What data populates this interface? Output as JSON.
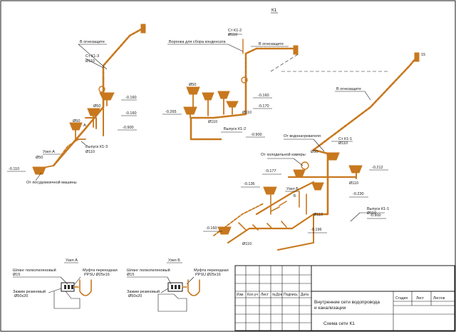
{
  "title": "К1",
  "riser_k13": {
    "name": "Ст К1-3",
    "dia": "Ø110",
    "sleeve": "В огнезащите"
  },
  "riser_k12": {
    "name": "Ст К1-2",
    "dia": "Ø110",
    "funnel": "Воронка для сбора конденсата",
    "sleeve": "В огнезащите"
  },
  "riser_k11": {
    "name": "Ст К1-1",
    "dia": "Ø110",
    "sleeve": "В огнезащите",
    "floor_mark": "15"
  },
  "left_group": {
    "marks": [
      "-0.160",
      "-0.160",
      "-0.900",
      "-0.110"
    ],
    "d50a": "Ø50",
    "d50b": "Ø50",
    "d50c": "Ø50",
    "outlet": "Выпуск К1-3",
    "outlet_dia": "Ø110",
    "node": "Узел А",
    "pos_a": "А",
    "dishwasher": "От посудомоечной машины"
  },
  "middle_group": {
    "marks": [
      "-0.160",
      "-0.170",
      "-0.265",
      "-0.900"
    ],
    "d50": "Ø50",
    "d110a": "Ø110",
    "d110b": "Ø110",
    "outlet": "Выпуск К1-2"
  },
  "right_group": {
    "water_heater": "От водонагревателя",
    "cold_room": "От холодильной камеры",
    "d50": "Ø50",
    "marks": [
      "-0.177",
      "-0.212",
      "-0.136",
      "-0.230",
      "-0.900",
      "-0.160",
      "-0.196"
    ],
    "d110a": "Ø110",
    "d110b": "Ø110",
    "d110c": "Ø110",
    "node": "Узел Б",
    "pos_b": "Б",
    "outlet": "Выпуск К1-1",
    "outlet_dia": "Ø110"
  },
  "node_a": {
    "title": "Узел А",
    "hose": "Шланг полиэтиленовый",
    "hose_dia": "Ø15",
    "coupling": "Муфта переходная",
    "coupling_spec": "PPSU Ø25х16",
    "clamp": "Зажим резиновый",
    "clamp_spec": "Ø50х20"
  },
  "node_b": {
    "title": "Узел Б",
    "hose": "Шланг полиэтиленовый",
    "hose_dia": "Ø15",
    "coupling": "Муфта переходная",
    "coupling_spec": "PPSU Ø25х16",
    "clamp": "Зажим резиновый",
    "clamp_spec": "Ø50х20"
  },
  "title_block": {
    "columns": [
      "Изм.",
      "Кол.уч",
      "Лист",
      "№Док",
      "Подпись",
      "Дата"
    ],
    "project": "Внутренние сети водопровода и канализации",
    "stage": "Стадия",
    "sheet": "Лист",
    "sheets": "Листов",
    "drawing": "Схема сети К1"
  },
  "colors": {
    "pipe": "#c8781e",
    "lines": "#1a1a1a"
  }
}
